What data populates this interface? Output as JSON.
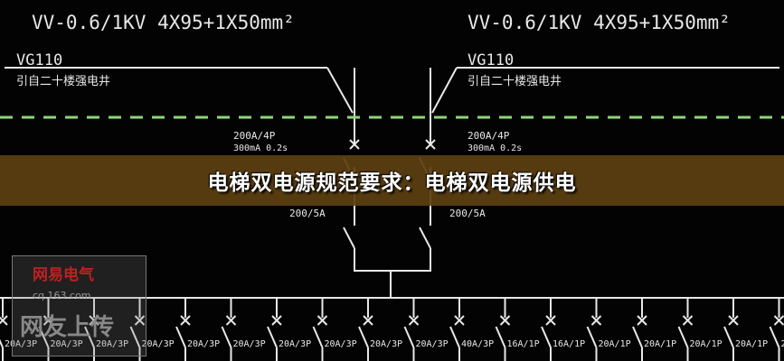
{
  "cables": [
    {
      "spec": "VV-0.6/1KV  4X95+1X50mm²",
      "id": "VG110",
      "source": "引自二十楼强电井"
    },
    {
      "spec": "VV-0.6/1KV  4X95+1X50mm²",
      "id": "VG110",
      "source": "引自二十楼强电井"
    }
  ],
  "breakers": [
    {
      "rating": "200A/4P",
      "rcd": "300mA 0.2s",
      "ct": "200/5A"
    },
    {
      "rating": "200A/4P",
      "rcd": "300mA 0.2s",
      "ct": "200/5A"
    }
  ],
  "branches": [
    "20A/3P",
    "20A/3P",
    "20A/3P",
    "20A/3P",
    "20A/3P",
    "20A/3P",
    "20A/3P",
    "20A/3P",
    "20A/3P",
    "20A/3P",
    "40A/3P",
    "16A/1P",
    "16A/1P",
    "20A/1P",
    "20A/1P",
    "20A/1P",
    "20A/1P",
    "2"
  ],
  "watermark": {
    "brand": "网易电气",
    "site": "cq.163.com",
    "tag": "网友上传"
  },
  "banner": {
    "title": "电梯双电源规范要求：电梯双电源供电"
  },
  "colors": {
    "line": "#e8e8e8",
    "dashed": "#8fd67a",
    "banner": "#5c4012"
  }
}
